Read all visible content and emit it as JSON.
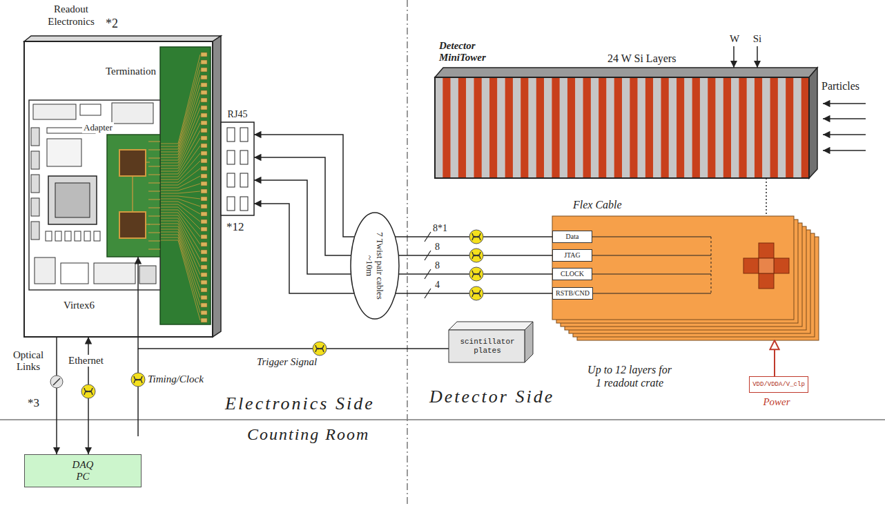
{
  "diagram": {
    "nodes": [
      {
        "text": [
          "Readout Electronics",
          "*2"
        ]
      },
      {
        "text": [
          "Termination"
        ],
        "in": 0
      },
      {
        "text": [
          "Virtex6"
        ],
        "in": 0
      },
      {
        "text": [
          "Adapter"
        ],
        "in": 0
      },
      {
        "text": [
          "RJ45",
          "*12"
        ]
      },
      {
        "text": [
          "7 Twist pair cables ~10m"
        ]
      },
      {
        "text": [
          "Detector MiniTower",
          "24 W Si Layers"
        ]
      },
      {
        "text": [
          "Flex Cable"
        ]
      },
      {
        "text": [
          "Data"
        ],
        "in": 7
      },
      {
        "text": [
          "JTAG"
        ],
        "in": 7
      },
      {
        "text": [
          "CLOCK"
        ],
        "in": 7
      },
      {
        "text": [
          "RSTB/CND"
        ],
        "in": 7
      },
      {
        "text": [
          "scintillator plates"
        ]
      },
      {
        "text": [
          "VDD/VDDA/V_clp",
          "Power"
        ]
      },
      {
        "text": [
          "DAQ PC"
        ]
      }
    ],
    "edges": [
      {
        "from": 8,
        "to": 5,
        "label": "8*1",
        "arrow": "none"
      },
      {
        "from": 9,
        "to": 5,
        "label": "8",
        "arrow": "none"
      },
      {
        "from": 10,
        "to": 5,
        "label": "8",
        "arrow": "none"
      },
      {
        "from": 11,
        "to": 5,
        "label": "4",
        "arrow": "none"
      },
      {
        "from": 5,
        "to": 4,
        "arrow": "to"
      },
      {
        "from": 5,
        "to": 4,
        "arrow": "to"
      },
      {
        "from": 5,
        "to": 4,
        "arrow": "to"
      },
      {
        "from": 5,
        "to": 4,
        "arrow": "to"
      },
      {
        "from": 12,
        "to": 3,
        "label": "Trigger Signal",
        "arrow": "to"
      },
      {
        "from": 0,
        "to": 14,
        "label": "Optical Links",
        "arrow": "to"
      },
      {
        "from": 0,
        "to": 14,
        "label": "Ethernet",
        "arrow": "both"
      },
      {
        "from": 6,
        "to": 7,
        "arrow": "none"
      },
      {
        "from": 13,
        "to": 7,
        "arrow": "to"
      }
    ],
    "labels": [
      "W",
      "Si",
      "Particles",
      "Up to 12 layers for 1 readout crate",
      "*3",
      "Timing/Clock",
      "Electronics Side",
      "Detector Side",
      "Counting Room"
    ]
  }
}
